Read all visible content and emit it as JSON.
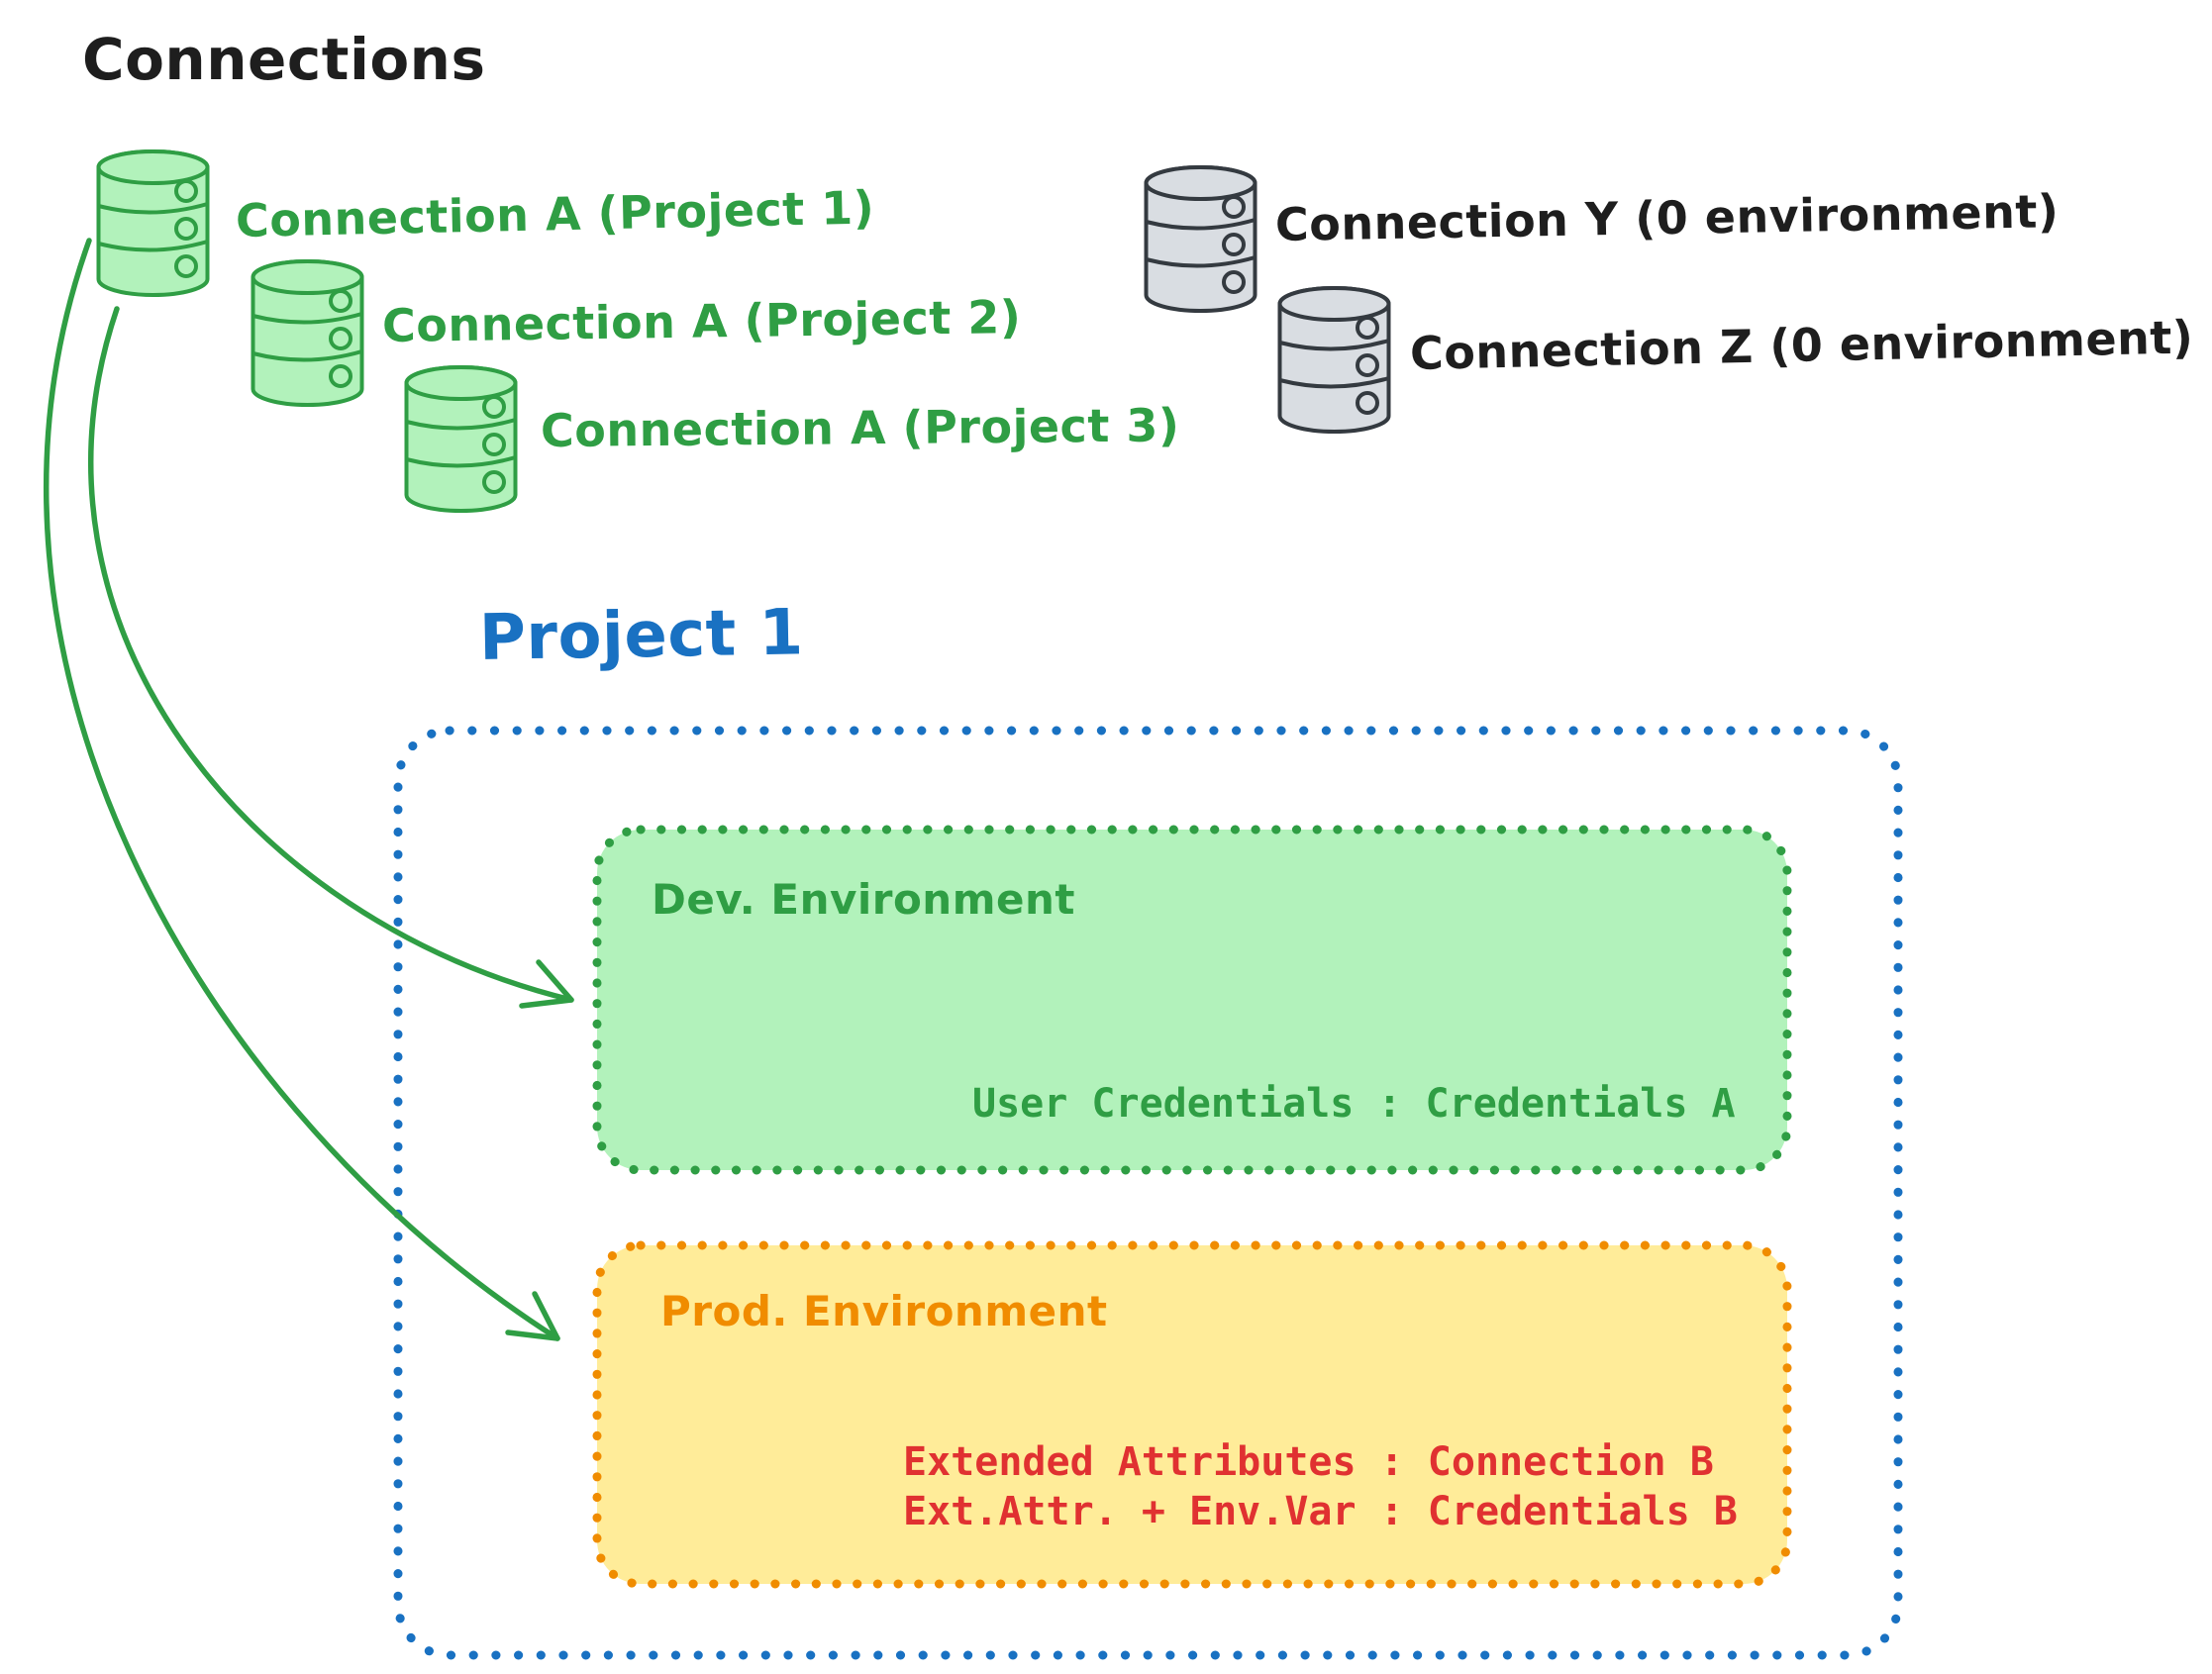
{
  "diagram_title": "Connections",
  "green_connections": {
    "items": [
      {
        "label": "Connection A (Project 1)",
        "icon": "database-icon"
      },
      {
        "label": "Connection A (Project 2)",
        "icon": "database-icon"
      },
      {
        "label": "Connection A (Project 3)",
        "icon": "database-icon"
      }
    ]
  },
  "other_connections": {
    "items": [
      {
        "label": "Connection Y (0 environment)",
        "icon": "database-icon"
      },
      {
        "label": "Connection Z (0 environment)",
        "icon": "database-icon"
      }
    ]
  },
  "project": {
    "title": "Project 1",
    "dev_environment": {
      "title": "Dev. Environment",
      "mapping": "User Credentials : Credentials A"
    },
    "prod_environment": {
      "title": "Prod. Environment",
      "mapping_line_1": "Extended Attributes : Connection B",
      "mapping_line_2": "Ext.Attr. + Env.Var : Credentials B"
    }
  },
  "colors": {
    "green_stroke": "#2f9e44",
    "green_fill": "#b2f2bb",
    "blue_stroke": "#1971c2",
    "orange_stroke": "#f08c00",
    "yellow_fill": "#ffec99",
    "red_text": "#e03131",
    "ink": "#1e1e1e",
    "gray_fill": "#d9dde2"
  }
}
